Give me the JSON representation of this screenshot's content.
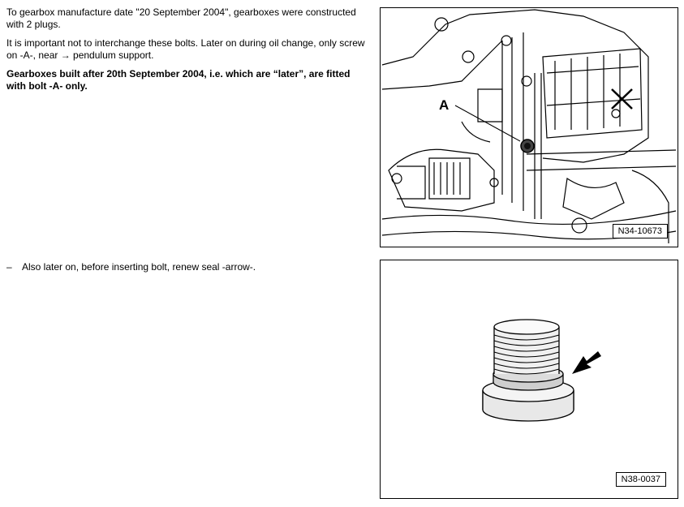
{
  "text": {
    "para1": "To gearbox manufacture date \"20 September 2004\", gearboxes were constructed with 2 plugs.",
    "para2": "It is important not to interchange these bolts. Later on during oil change, only screw on -A-, near → pendulum support.",
    "para3": "Gearboxes built after 20th September 2004, i.e. which are “later”, are fitted with bolt -A- only.",
    "step_marker": "–",
    "step1": "Also later on, before inserting bolt, renew seal -arrow-."
  },
  "figures": {
    "fig1": {
      "ref": "N34-10673",
      "callout": "A"
    },
    "fig2": {
      "ref": "N38-0037"
    }
  }
}
